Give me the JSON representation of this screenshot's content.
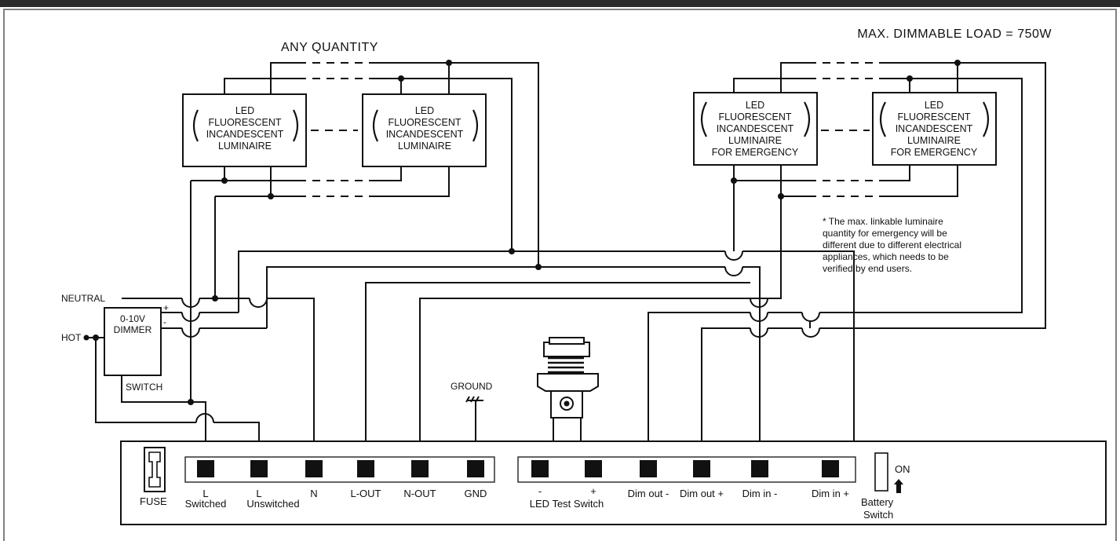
{
  "header": {
    "max_load": "MAX. DIMMABLE LOAD = 750W",
    "any_quantity": "ANY QUANTITY"
  },
  "luminaires": {
    "normal": [
      "LED",
      "FLUORESCENT",
      "INCANDESCENT",
      "LUMINAIRE"
    ],
    "emergency": [
      "LED",
      "FLUORESCENT",
      "INCANDESCENT",
      "LUMINAIRE",
      "FOR EMERGENCY"
    ]
  },
  "note": [
    "* The max. linkable luminaire",
    "quantity for emergency will be",
    "different due to different electrical",
    "appliances, which needs to be",
    "verified by end users."
  ],
  "supply": {
    "neutral": "NEUTRAL",
    "hot": "HOT",
    "dimmer_line1": "0-10V",
    "dimmer_line2": "DIMMER",
    "dimmer_plus": "+",
    "dimmer_minus": "-",
    "switch": "SWITCH",
    "ground": "GROUND"
  },
  "terminals_left": [
    {
      "line1": "L",
      "line2": "Switched"
    },
    {
      "line1": "L",
      "line2": "Unswitched"
    },
    {
      "line1": "N",
      "line2": ""
    },
    {
      "line1": "L-OUT",
      "line2": ""
    },
    {
      "line1": "N-OUT",
      "line2": ""
    },
    {
      "line1": "GND",
      "line2": ""
    }
  ],
  "terminals_right": [
    {
      "label": "-"
    },
    {
      "label": "+"
    },
    {
      "label": "Dim out -"
    },
    {
      "label": "Dim out +"
    },
    {
      "label": "Dim in -"
    },
    {
      "label": "Dim in +"
    }
  ],
  "led_test_switch": "LED Test Switch",
  "fuse": "FUSE",
  "battery": {
    "on": "ON",
    "line1": "Battery",
    "line2": "Switch"
  }
}
